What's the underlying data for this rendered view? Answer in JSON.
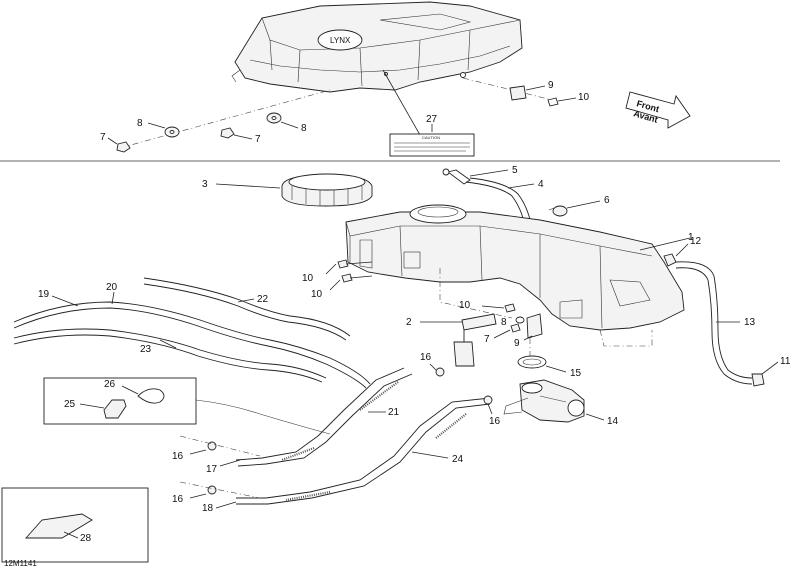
{
  "drawing_code": "12M1141",
  "direction_arrow": {
    "line1": "Front",
    "line2": "Avant"
  },
  "caution_label": {
    "title": "CAUTION"
  },
  "tank_badge": "LYNX",
  "callouts": {
    "p1": "1",
    "p2": "2",
    "p3": "3",
    "p4": "4",
    "p5": "5",
    "p6": "6",
    "p7a": "7",
    "p7b": "7",
    "p7c": "7",
    "p8a": "8",
    "p8b": "8",
    "p8c": "8",
    "p9a": "9",
    "p9b": "9",
    "p10a": "10",
    "p10b": "10",
    "p10c": "10",
    "p10d": "10",
    "p11": "11",
    "p12": "12",
    "p13": "13",
    "p14": "14",
    "p15": "15",
    "p16a": "16",
    "p16b": "16",
    "p16c": "16",
    "p16d": "16",
    "p17": "17",
    "p18": "18",
    "p19": "19",
    "p20": "20",
    "p21": "21",
    "p22": "22",
    "p23": "23",
    "p24": "24",
    "p25": "25",
    "p26": "26",
    "p27": "27",
    "p28": "28"
  }
}
